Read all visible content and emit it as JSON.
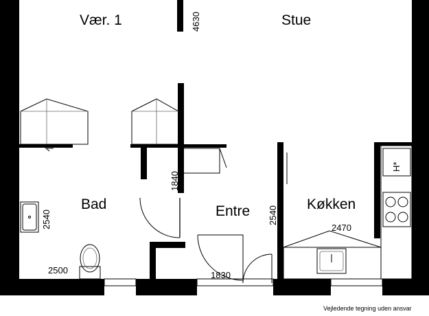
{
  "rooms": {
    "vaer1": "Vær. 1",
    "stue": "Stue",
    "bad": "Bad",
    "entre": "Entre",
    "kokken": "Køkken"
  },
  "dimensions": {
    "d4630": "4630",
    "d1840": "1840",
    "d2540_bad": "2540",
    "d2540_entre": "2540",
    "d2470": "2470",
    "d2500": "2500",
    "d1830": "1830"
  },
  "symbols": {
    "kitchen_h_mark": "H*"
  },
  "footer": {
    "disclaimer": "Vejledende tegning uden ansvar"
  },
  "colors": {
    "wall": "#000000",
    "background": "#ffffff"
  }
}
